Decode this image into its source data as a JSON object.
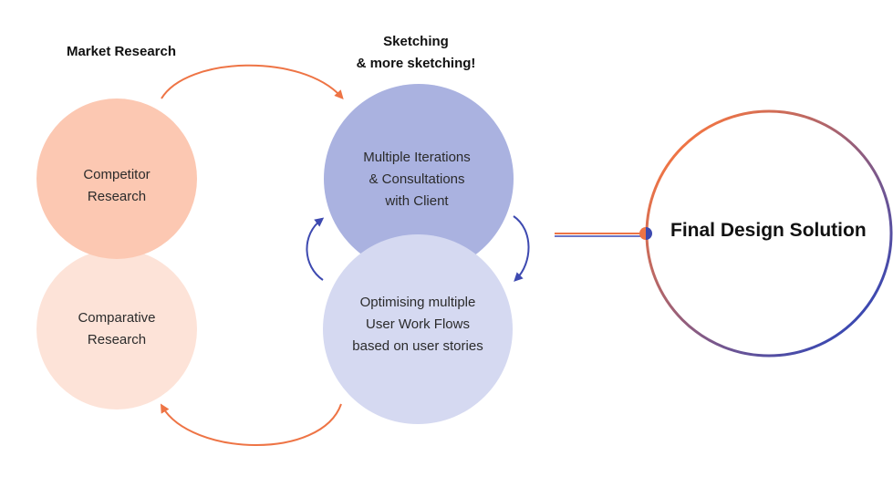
{
  "colors": {
    "competitor_fill": "#fcc8b2",
    "comparative_fill": "#fde3d8",
    "iterations_fill": "#aab2e0",
    "optimising_fill": "#d5d9f1",
    "orange_arrow": "#ee7445",
    "blue_arrow": "#3d49b0",
    "ring_start": "#ee7445",
    "ring_end": "#3d49b0"
  },
  "headings": {
    "market_research": "Market Research",
    "sketching_line1": "Sketching",
    "sketching_line2": "& more sketching!"
  },
  "circles": {
    "competitor": "Competitor\nResearch",
    "comparative": "Comparative\nResearch",
    "iterations": "Multiple Iterations\n& Consultations\nwith Client",
    "optimising": "Optimising multiple\nUser Work Flows\nbased on user stories"
  },
  "final": {
    "label": "Final Design Solution"
  }
}
